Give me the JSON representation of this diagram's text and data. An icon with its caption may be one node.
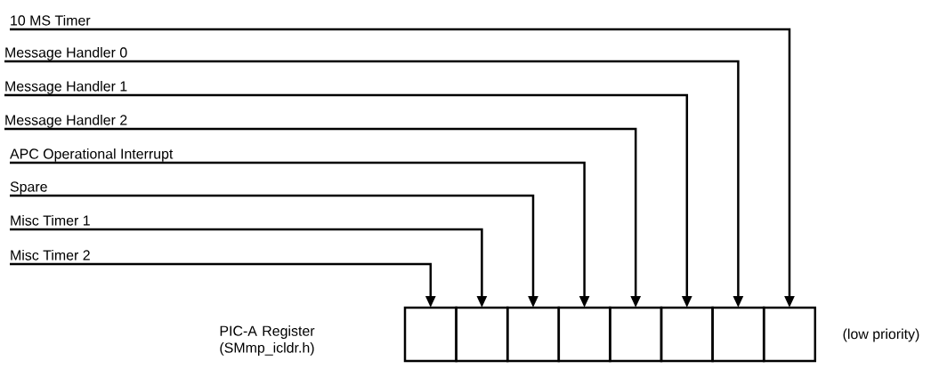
{
  "diagram": {
    "nodes": [
      {
        "text": [
          "10 MS Timer"
        ]
      },
      {
        "text": [
          "Message Handler 0"
        ]
      },
      {
        "text": [
          "Message Handler 1"
        ]
      },
      {
        "text": [
          "Message Handler 2"
        ]
      },
      {
        "text": [
          "APC Operational Interrupt"
        ]
      },
      {
        "text": [
          "Spare"
        ]
      },
      {
        "text": [
          "Misc Timer 1"
        ]
      },
      {
        "text": [
          "Misc Timer 2"
        ]
      },
      {
        "text": [],
        "shape": "box"
      },
      {
        "text": [],
        "shape": "box"
      },
      {
        "text": [],
        "shape": "box"
      },
      {
        "text": [],
        "shape": "box"
      },
      {
        "text": [],
        "shape": "box"
      },
      {
        "text": [],
        "shape": "box"
      },
      {
        "text": [],
        "shape": "box"
      },
      {
        "text": [],
        "shape": "box"
      }
    ],
    "edges": [
      {
        "from": 0,
        "to": 15,
        "arrow": "to"
      },
      {
        "from": 1,
        "to": 14,
        "arrow": "to"
      },
      {
        "from": 2,
        "to": 13,
        "arrow": "to"
      },
      {
        "from": 3,
        "to": 12,
        "arrow": "to"
      },
      {
        "from": 4,
        "to": 11,
        "arrow": "to"
      },
      {
        "from": 5,
        "to": 10,
        "arrow": "to"
      },
      {
        "from": 6,
        "to": 9,
        "arrow": "to"
      },
      {
        "from": 7,
        "to": 8,
        "arrow": "to"
      }
    ],
    "labels": [
      "PIC-A Register (SMmp_icldr.h)",
      "(low priority)"
    ]
  }
}
